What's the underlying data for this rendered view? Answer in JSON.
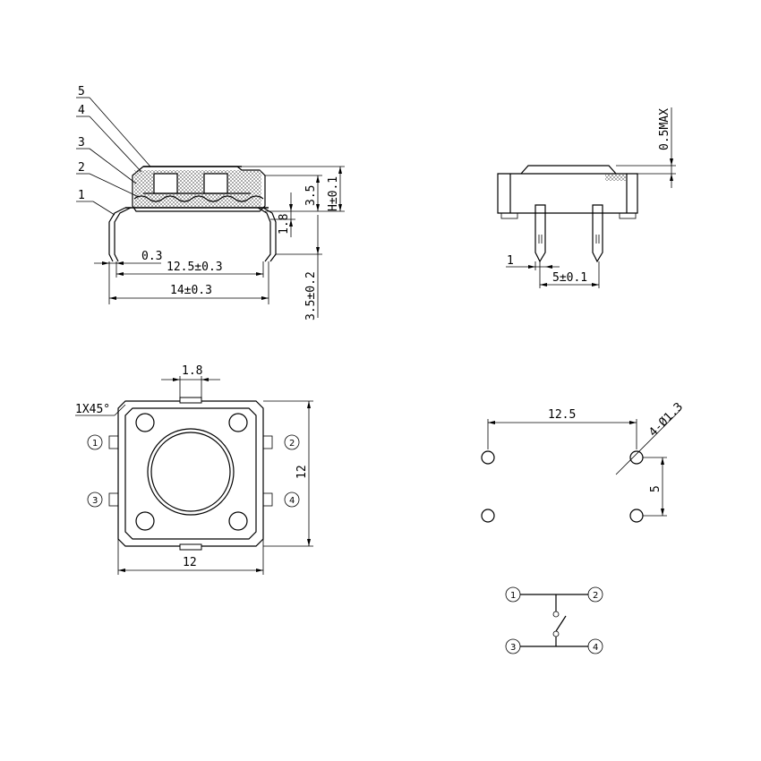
{
  "side_view": {
    "callouts": [
      "5",
      "4",
      "3",
      "2",
      "1"
    ],
    "dim_0_3": "0.3",
    "dim_12_5": "12.5±0.3",
    "dim_14": "14±0.3",
    "dim_3_5": "3.5",
    "dim_h": "H±0.1",
    "dim_1_8": "1.8",
    "dim_3_5_lead": "3.5±0.2"
  },
  "end_view": {
    "dim_0_5max": "0.5MAX",
    "dim_1": "1",
    "dim_5": "5±0.1"
  },
  "top_view": {
    "chamfer": "1X45°",
    "dim_1_8": "1.8",
    "dim_12_h": "12",
    "dim_12_v": "12",
    "pins": [
      "1",
      "2",
      "3",
      "4"
    ]
  },
  "footprint": {
    "dim_12_5": "12.5",
    "holes": "4-Ø1.3",
    "dim_5": "5"
  },
  "schematic": {
    "pins": [
      "1",
      "2",
      "3",
      "4"
    ]
  }
}
